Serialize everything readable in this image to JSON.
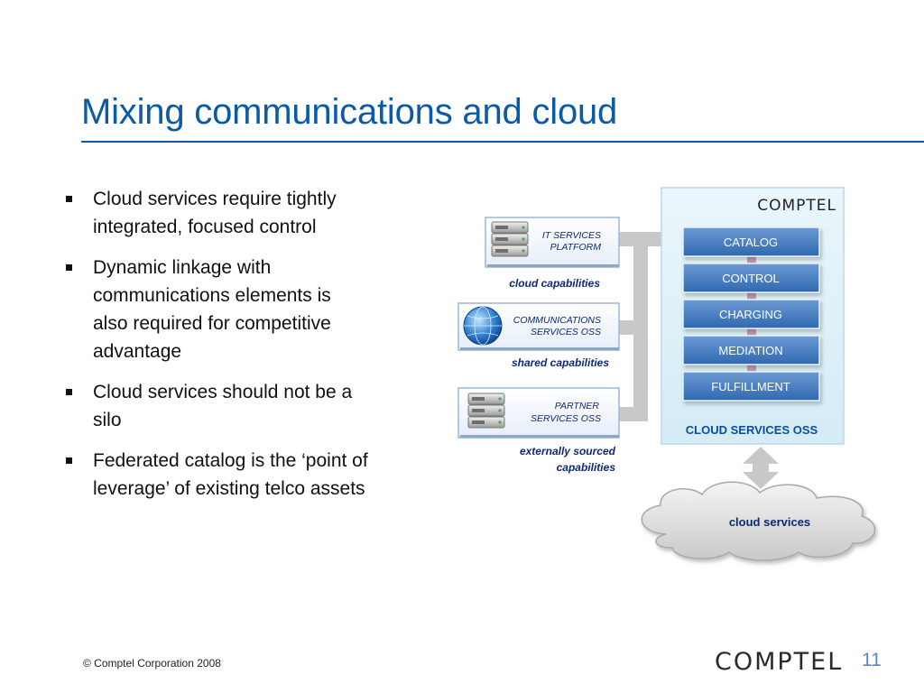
{
  "slide": {
    "title": "Mixing communications and cloud",
    "bullets": [
      "Cloud services require tightly integrated, focused control",
      "Dynamic linkage with communications elements is also required for competitive advantage",
      "Cloud services should not be a silo",
      "Federated catalog is the ‘point of leverage’ of existing telco assets"
    ]
  },
  "diagram": {
    "left_boxes": [
      {
        "line1": "IT SERVICES",
        "line2": "PLATFORM",
        "icon": "server-stack-icon"
      },
      {
        "line1": "COMMUNICATIONS",
        "line2": "SERVICES OSS",
        "icon": "globe-icon"
      },
      {
        "line1": "PARTNER",
        "line2": "SERVICES OSS",
        "icon": "server-stack-icon"
      }
    ],
    "captions": {
      "cloud": "cloud capabilities",
      "shared": "shared capabilities",
      "external_line1": "externally sourced",
      "external_line2": "capabilities"
    },
    "panel": {
      "logo": "COMPTEL",
      "label": "CLOUD SERVICES OSS",
      "modules": [
        "CATALOG",
        "CONTROL",
        "CHARGING",
        "MEDIATION",
        "FULFILLMENT"
      ]
    },
    "cloud_label": "cloud services"
  },
  "footer": {
    "copyright": "© Comptel Corporation 2008",
    "logo": "COMPTEL",
    "page": "11"
  },
  "colors": {
    "title_blue": "#0b5aa5",
    "module_blue": "#3f7bc2",
    "panel_fill": "#dff1f8",
    "connector_gray": "#c8c8c8",
    "caption_navy": "#0e2a6e",
    "page_number": "#5b87c4"
  }
}
